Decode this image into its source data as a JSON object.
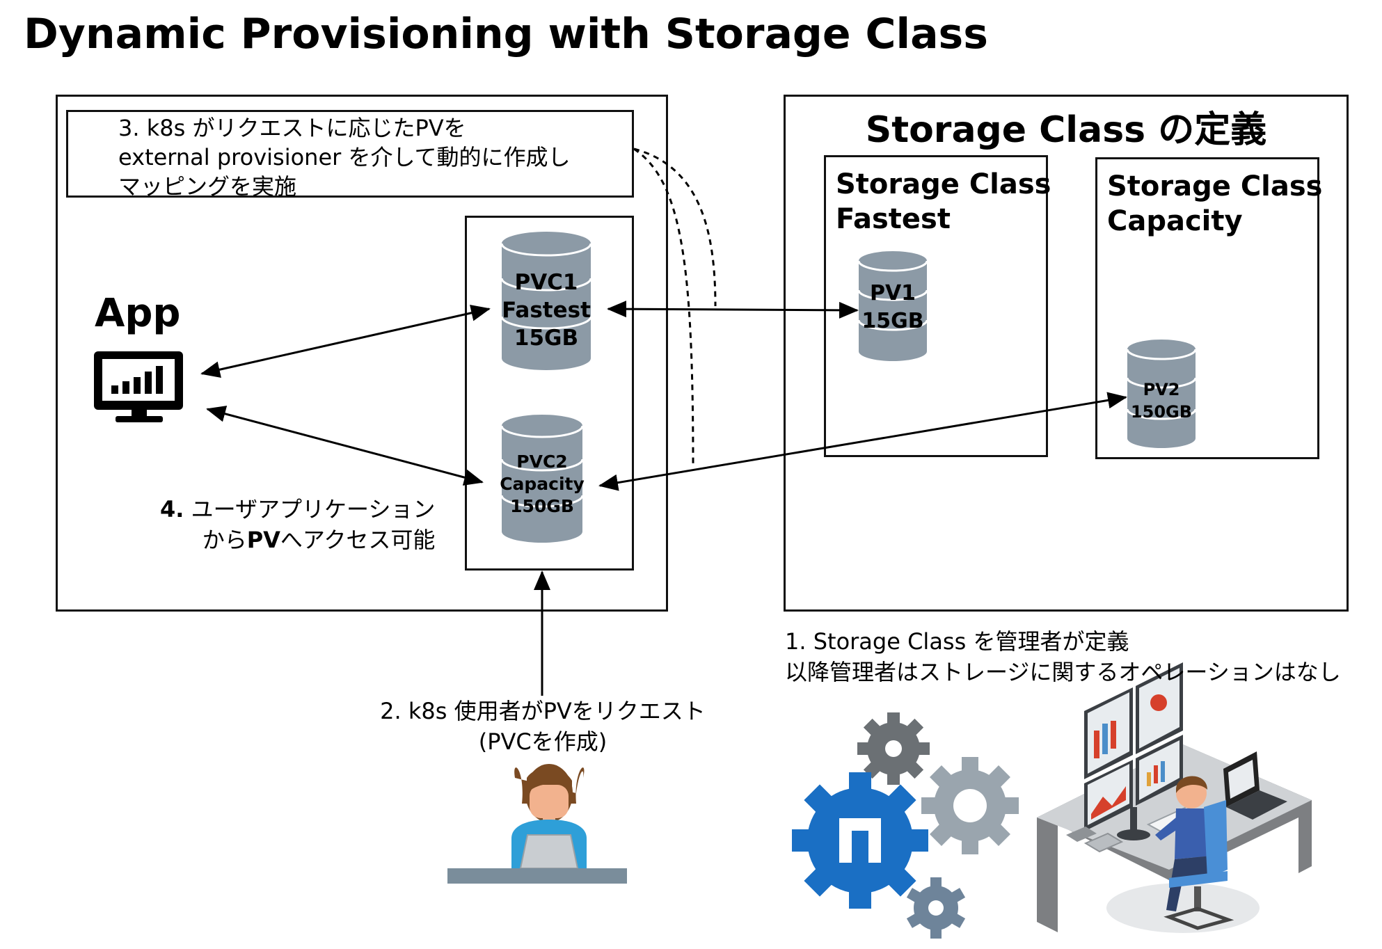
{
  "title": "Dynamic Provisioning with Storage Class",
  "step3": {
    "line1": "3. k8s がリクエストに応じたPVを",
    "line2": "external provisioner を介して動的に作成し",
    "line3": "マッピングを実施"
  },
  "app": {
    "label": "App"
  },
  "pvc1": {
    "line1": "PVC1",
    "line2": "Fastest",
    "line3": "15GB"
  },
  "pvc2": {
    "line1": "PVC2",
    "line2": "Capacity",
    "line3": "150GB"
  },
  "step4": {
    "line1_num": "4.",
    "line1_text": " ユーザアプリケーション",
    "line2_pre": "から",
    "line2_bold": "PV",
    "line2_post": "へアクセス可能"
  },
  "storage_section": {
    "title": "Storage Class の定義",
    "fastest": {
      "line1": "Storage Class",
      "line2": "Fastest"
    },
    "capacity": {
      "line1": "Storage Class",
      "line2": "Capacity"
    }
  },
  "pv1": {
    "line1": "PV1",
    "line2": "15GB"
  },
  "pv2": {
    "line1": "PV2",
    "line2": "150GB"
  },
  "step1": {
    "line1": "1. Storage Class を管理者が定義",
    "line2": "以降管理者はストレージに関するオペレーションはなし"
  },
  "step2": {
    "line1": "2. k8s 使用者がPVをリクエスト",
    "line2": "(PVCを作成)"
  },
  "colors": {
    "cylinder": "#8c9aa6",
    "cylinder_dark": "#6f7e8a",
    "gear_blue": "#1a6fc4",
    "gear_gray": "#9aa5ae",
    "gear_dark": "#6b7074",
    "gear_slate": "#6e849a",
    "person_shirt": "#2e9fd8",
    "hair": "#7a4a22",
    "skin": "#f2b28e",
    "desk": "#7a8d9b"
  },
  "icons": {
    "app": "monitor-chart-icon",
    "user": "woman-laptop-icon",
    "gears": "gears-icon",
    "admin": "admin-workstation-icon"
  }
}
